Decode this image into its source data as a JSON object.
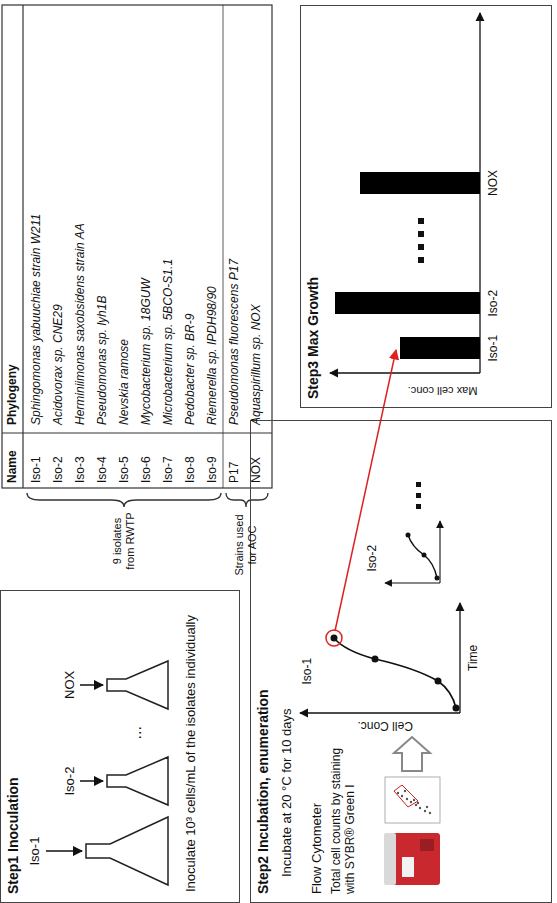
{
  "diagram": {
    "nodes": [
      {
        "text": [
          "Step1 Inoculation",
          "Inoculate 10³ cells/mL of the isolates individually"
        ]
      },
      {
        "text": [
          "Step2 Incubation, enumeration",
          "Incubate at 20 °C for 10 days",
          "Flow Cytometer",
          "Total cell counts by staining with SYBR® Green I"
        ]
      },
      {
        "text": [
          "Step3 Max Growth"
        ]
      }
    ],
    "labels": [
      "Name",
      "Phylogeny",
      "Iso-1",
      "Sphingomonas yabuuchiae strain W211",
      "Iso-2",
      "Acidovorax sp. CNE29",
      "Iso-3",
      "Herminiimonas saxobsidens strain AA",
      "Iso-4",
      "Pseudomonas sp. lyh1B",
      "Iso-5",
      "Nevskia ramose",
      "Iso-6",
      "Mycobacterium sp. 18GUW",
      "Iso-7",
      "Microbacterium sp. 5BCO-S1.1",
      "Iso-8",
      "Pedobacter sp. BR-9",
      "Iso-9",
      "Riemerella sp. IPDH98/90",
      "P17",
      "Pseudomonas fluorescens P17",
      "NOX",
      "Aquaspirillum sp. NOX",
      "9 isolates from RWTP",
      "Strains used for AOC",
      "Iso-1",
      "Iso-2",
      "NOX",
      "...",
      "Cell Conc.",
      "Time",
      "Iso-1",
      "Iso-2",
      "Max cell conc.",
      "Iso-1",
      "Iso-2",
      "NOX"
    ]
  }
}
